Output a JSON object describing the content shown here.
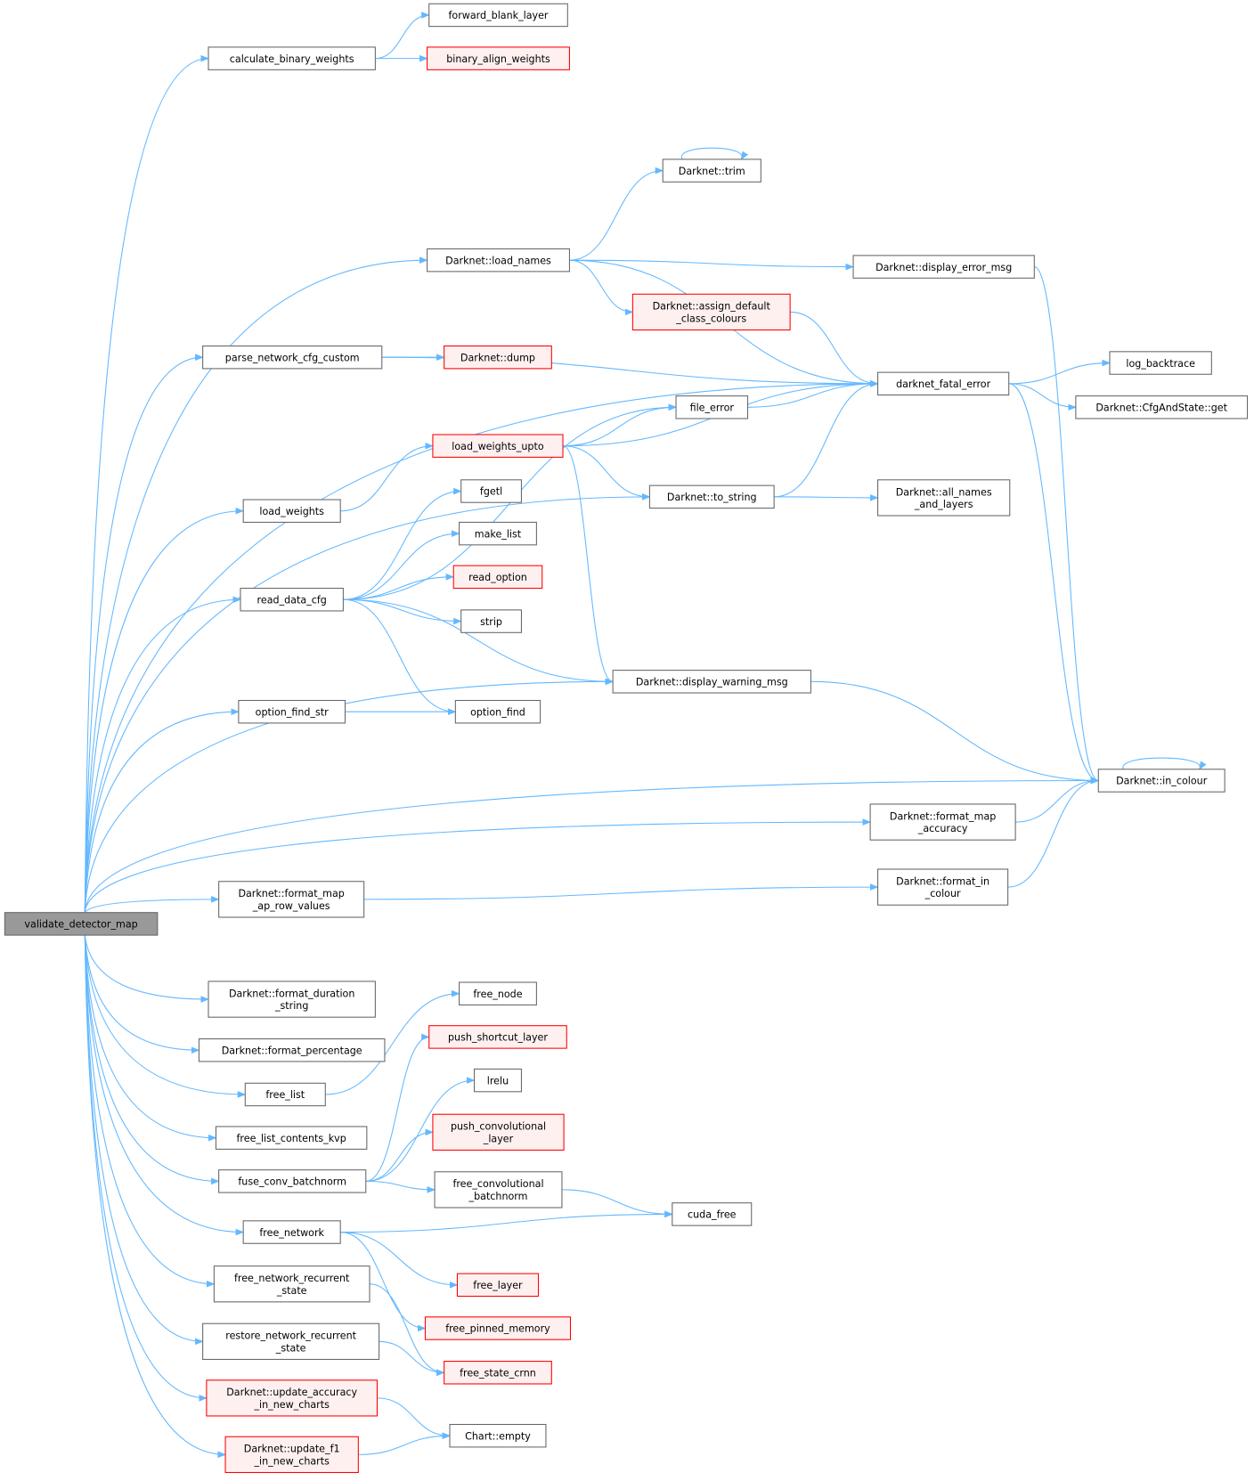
{
  "title": "validate_detector_map call graph",
  "colors": {
    "edge": "#63b8ff",
    "root_fill": "#999999",
    "red_border": "#ff0000",
    "red_fill": "#fff0f0",
    "border": "#666666"
  },
  "nodes": [
    {
      "id": "validate",
      "lines": [
        "validate_detector_map"
      ],
      "kind": "root"
    },
    {
      "id": "forward_blank_layer",
      "lines": [
        "forward_blank_layer"
      ]
    },
    {
      "id": "calculate_binary_weights",
      "lines": [
        "calculate_binary_weights"
      ]
    },
    {
      "id": "binary_align_weights",
      "lines": [
        "binary_align_weights"
      ],
      "kind": "red"
    },
    {
      "id": "trim",
      "lines": [
        "Darknet::trim"
      ]
    },
    {
      "id": "load_names",
      "lines": [
        "Darknet::load_names"
      ]
    },
    {
      "id": "display_error_msg",
      "lines": [
        "Darknet::display_error_msg"
      ]
    },
    {
      "id": "assign_default",
      "lines": [
        "Darknet::assign_default",
        "_class_colours"
      ],
      "kind": "red"
    },
    {
      "id": "parse_network_cfg_custom",
      "lines": [
        "parse_network_cfg_custom"
      ]
    },
    {
      "id": "dump",
      "lines": [
        "Darknet::dump"
      ],
      "kind": "red"
    },
    {
      "id": "log_backtrace",
      "lines": [
        "log_backtrace"
      ]
    },
    {
      "id": "darknet_fatal_error",
      "lines": [
        "darknet_fatal_error"
      ]
    },
    {
      "id": "file_error",
      "lines": [
        "file_error"
      ]
    },
    {
      "id": "cfg_get",
      "lines": [
        "Darknet::CfgAndState::get"
      ]
    },
    {
      "id": "load_weights_upto",
      "lines": [
        "load_weights_upto"
      ],
      "kind": "red"
    },
    {
      "id": "fgetl",
      "lines": [
        "fgetl"
      ]
    },
    {
      "id": "load_weights",
      "lines": [
        "load_weights"
      ]
    },
    {
      "id": "to_string",
      "lines": [
        "Darknet::to_string"
      ]
    },
    {
      "id": "all_names",
      "lines": [
        "Darknet::all_names",
        "_and_layers"
      ]
    },
    {
      "id": "make_list",
      "lines": [
        "make_list"
      ]
    },
    {
      "id": "read_option",
      "lines": [
        "read_option"
      ],
      "kind": "red"
    },
    {
      "id": "read_data_cfg",
      "lines": [
        "read_data_cfg"
      ]
    },
    {
      "id": "strip",
      "lines": [
        "strip"
      ]
    },
    {
      "id": "display_warning_msg",
      "lines": [
        "Darknet::display_warning_msg"
      ]
    },
    {
      "id": "option_find_str",
      "lines": [
        "option_find_str"
      ]
    },
    {
      "id": "option_find",
      "lines": [
        "option_find"
      ]
    },
    {
      "id": "in_colour",
      "lines": [
        "Darknet::in_colour"
      ]
    },
    {
      "id": "format_map_accuracy",
      "lines": [
        "Darknet::format_map",
        "_accuracy"
      ]
    },
    {
      "id": "format_in_colour",
      "lines": [
        "Darknet::format_in",
        "_colour"
      ]
    },
    {
      "id": "format_map_ap",
      "lines": [
        "Darknet::format_map",
        "_ap_row_values"
      ]
    },
    {
      "id": "format_duration",
      "lines": [
        "Darknet::format_duration",
        "_string"
      ]
    },
    {
      "id": "free_node",
      "lines": [
        "free_node"
      ]
    },
    {
      "id": "format_percentage",
      "lines": [
        "Darknet::format_percentage"
      ]
    },
    {
      "id": "push_shortcut_layer",
      "lines": [
        "push_shortcut_layer"
      ],
      "kind": "red"
    },
    {
      "id": "lrelu",
      "lines": [
        "lrelu"
      ]
    },
    {
      "id": "free_list",
      "lines": [
        "free_list"
      ]
    },
    {
      "id": "push_conv",
      "lines": [
        "push_convolutional",
        "_layer"
      ],
      "kind": "red"
    },
    {
      "id": "free_list_kvp",
      "lines": [
        "free_list_contents_kvp"
      ]
    },
    {
      "id": "fuse_conv",
      "lines": [
        "fuse_conv_batchnorm"
      ]
    },
    {
      "id": "free_conv_bn",
      "lines": [
        "free_convolutional",
        "_batchnorm"
      ]
    },
    {
      "id": "cuda_free",
      "lines": [
        "cuda_free"
      ]
    },
    {
      "id": "free_network",
      "lines": [
        "free_network"
      ]
    },
    {
      "id": "free_layer",
      "lines": [
        "free_layer"
      ],
      "kind": "red"
    },
    {
      "id": "free_net_rec",
      "lines": [
        "free_network_recurrent",
        "_state"
      ]
    },
    {
      "id": "free_pinned",
      "lines": [
        "free_pinned_memory"
      ],
      "kind": "red"
    },
    {
      "id": "restore_net_rec",
      "lines": [
        "restore_network_recurrent",
        "_state"
      ]
    },
    {
      "id": "free_state_crnn",
      "lines": [
        "free_state_crnn"
      ],
      "kind": "red"
    },
    {
      "id": "update_acc",
      "lines": [
        "Darknet::update_accuracy",
        "_in_new_charts"
      ],
      "kind": "red"
    },
    {
      "id": "chart_empty",
      "lines": [
        "Chart::empty"
      ]
    },
    {
      "id": "update_f1",
      "lines": [
        "Darknet::update_f1",
        "_in_new_charts"
      ],
      "kind": "red"
    }
  ],
  "edges": [
    [
      "validate",
      "calculate_binary_weights"
    ],
    [
      "validate",
      "darknet_fatal_error"
    ],
    [
      "validate",
      "load_names"
    ],
    [
      "validate",
      "parse_network_cfg_custom"
    ],
    [
      "validate",
      "load_weights"
    ],
    [
      "validate",
      "read_data_cfg"
    ],
    [
      "validate",
      "option_find_str"
    ],
    [
      "validate",
      "to_string"
    ],
    [
      "validate",
      "display_warning_msg"
    ],
    [
      "validate",
      "format_map_accuracy"
    ],
    [
      "validate",
      "format_map_ap"
    ],
    [
      "validate",
      "in_colour"
    ],
    [
      "validate",
      "format_duration"
    ],
    [
      "validate",
      "format_percentage"
    ],
    [
      "validate",
      "free_list"
    ],
    [
      "validate",
      "free_list_kvp"
    ],
    [
      "validate",
      "fuse_conv"
    ],
    [
      "validate",
      "free_network"
    ],
    [
      "validate",
      "free_net_rec"
    ],
    [
      "validate",
      "restore_net_rec"
    ],
    [
      "validate",
      "update_acc"
    ],
    [
      "validate",
      "update_f1"
    ],
    [
      "calculate_binary_weights",
      "forward_blank_layer"
    ],
    [
      "calculate_binary_weights",
      "binary_align_weights"
    ],
    [
      "load_names",
      "trim"
    ],
    [
      "load_names",
      "display_error_msg"
    ],
    [
      "load_names",
      "assign_default"
    ],
    [
      "load_names",
      "darknet_fatal_error"
    ],
    [
      "trim",
      "trim"
    ],
    [
      "display_error_msg",
      "in_colour"
    ],
    [
      "assign_default",
      "darknet_fatal_error"
    ],
    [
      "parse_network_cfg_custom",
      "dump"
    ],
    [
      "parse_network_cfg_custom",
      "darknet_fatal_error"
    ],
    [
      "darknet_fatal_error",
      "log_backtrace"
    ],
    [
      "darknet_fatal_error",
      "cfg_get"
    ],
    [
      "darknet_fatal_error",
      "in_colour"
    ],
    [
      "file_error",
      "darknet_fatal_error"
    ],
    [
      "load_weights_upto",
      "file_error"
    ],
    [
      "load_weights_upto",
      "darknet_fatal_error"
    ],
    [
      "load_weights_upto",
      "to_string"
    ],
    [
      "load_weights_upto",
      "display_warning_msg"
    ],
    [
      "load_weights",
      "load_weights_upto"
    ],
    [
      "read_data_cfg",
      "file_error"
    ],
    [
      "read_data_cfg",
      "fgetl"
    ],
    [
      "read_data_cfg",
      "make_list"
    ],
    [
      "read_data_cfg",
      "read_option"
    ],
    [
      "read_data_cfg",
      "strip"
    ],
    [
      "read_data_cfg",
      "display_warning_msg"
    ],
    [
      "read_data_cfg",
      "option_find"
    ],
    [
      "to_string",
      "darknet_fatal_error"
    ],
    [
      "to_string",
      "all_names"
    ],
    [
      "option_find_str",
      "option_find"
    ],
    [
      "display_warning_msg",
      "in_colour"
    ],
    [
      "in_colour",
      "in_colour"
    ],
    [
      "format_map_accuracy",
      "in_colour"
    ],
    [
      "format_in_colour",
      "in_colour"
    ],
    [
      "format_map_ap",
      "format_in_colour"
    ],
    [
      "free_list",
      "free_node"
    ],
    [
      "fuse_conv",
      "push_shortcut_layer"
    ],
    [
      "fuse_conv",
      "lrelu"
    ],
    [
      "fuse_conv",
      "push_conv"
    ],
    [
      "fuse_conv",
      "free_conv_bn"
    ],
    [
      "free_conv_bn",
      "cuda_free"
    ],
    [
      "free_network",
      "cuda_free"
    ],
    [
      "free_network",
      "free_layer"
    ],
    [
      "free_network",
      "free_pinned"
    ],
    [
      "free_net_rec",
      "free_state_crnn"
    ],
    [
      "restore_net_rec",
      "free_state_crnn"
    ],
    [
      "update_acc",
      "chart_empty"
    ],
    [
      "update_f1",
      "chart_empty"
    ]
  ]
}
